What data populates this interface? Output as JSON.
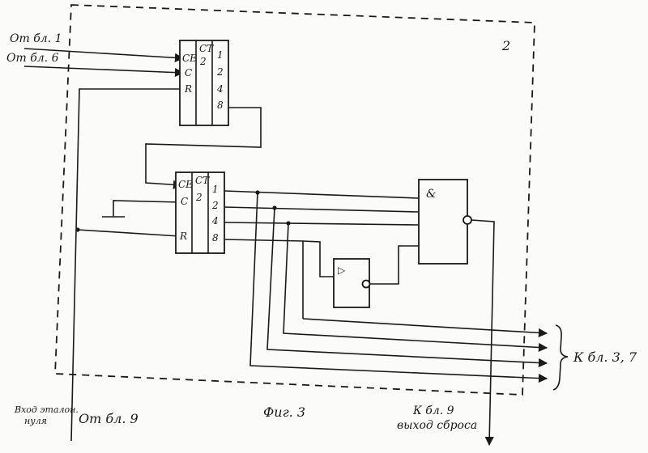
{
  "block_number": "2",
  "inputs": {
    "from_block_1": "От бл. 1",
    "from_block_6": "От бл. 6"
  },
  "counter1": {
    "header": "CT",
    "radix": "2",
    "inputs": [
      "CE",
      "C",
      "R"
    ],
    "outputs": [
      "1",
      "2",
      "4",
      "8"
    ]
  },
  "counter2": {
    "header": "CT",
    "radix": "2",
    "inputs": [
      "CE",
      "C",
      "R"
    ],
    "outputs": [
      "1",
      "2",
      "4",
      "8"
    ]
  },
  "and_gate": {
    "symbol": "&"
  },
  "buffer": {
    "symbol": "▷"
  },
  "outputs": {
    "to_blocks_3_7": "К бл. 3, 7"
  },
  "bottom": {
    "zero_input_line1": "Вход эталон.",
    "zero_input_line2": "нуля",
    "from_block_9": "От бл. 9",
    "figure_caption": "Фиг. 3",
    "to_block_9": "К бл. 9",
    "reset_output": "выход сброса"
  }
}
